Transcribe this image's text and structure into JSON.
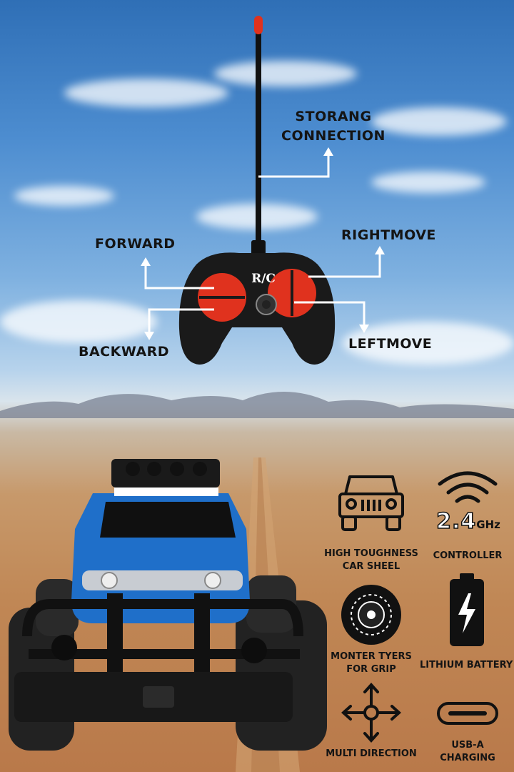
{
  "callouts": {
    "connection_line1": "STORANG",
    "connection_line2": "CONNECTION",
    "forward": "FORWARD",
    "rightmove": "RIGHTMOVE",
    "backward": "BACKWARD",
    "leftmove": "LEFTMOVE"
  },
  "remote": {
    "logo": "R/C"
  },
  "features": {
    "toughness_line1": "HIGH TOUGHNESS",
    "toughness_line2": "CAR SHEEL",
    "controller": "CONTROLLER",
    "frequency_main": "2.4",
    "frequency_unit": "GHz",
    "tyres_line1": "MONTER TYERS",
    "tyres_line2": "FOR GRIP",
    "battery": "LITHIUM BATTERY",
    "direction": "MULTI DIRECTION",
    "charging_line1": "USB-A",
    "charging_line2": "CHARGING"
  },
  "colors": {
    "remote_body": "#1a1a1a",
    "button_red": "#e0321e",
    "car_blue": "#1f6fc9",
    "text": "#141414"
  }
}
